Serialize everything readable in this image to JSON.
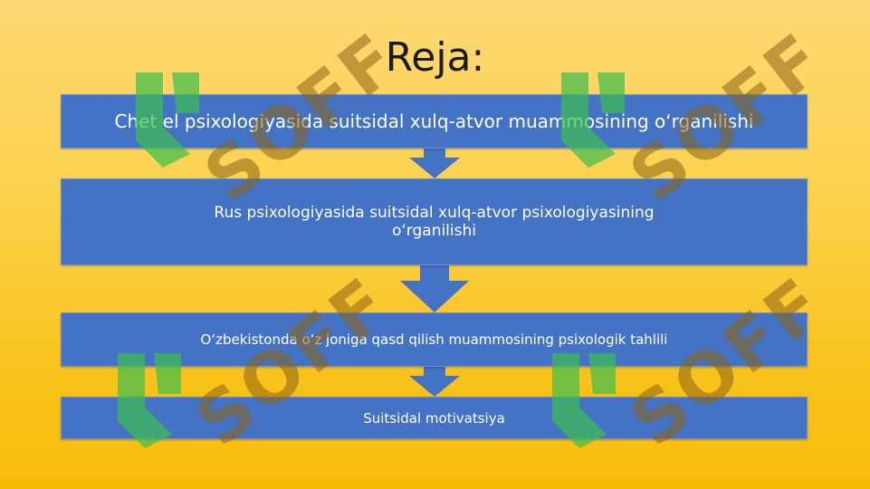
{
  "title": "Reja:",
  "steps": [
    {
      "label": "Chet el psixologiyasida suitsidal xulq-atvor muammosining o‘rganilishi"
    },
    {
      "label": "Rus psixologiyasida suitsidal xulq-atvor psixologiyasining o‘rganilishi"
    },
    {
      "label": "O‘zbekistonda o‘z joniga qasd qilish muammosining psixologik tahlili"
    },
    {
      "label": "Suitsidal motivatsiya"
    }
  ],
  "watermark": {
    "text": "SOFF",
    "icon": "soff-logo-mark"
  },
  "colors": {
    "box": "#4472c4",
    "arrow": "#4472c4",
    "background": "#f9c31c"
  }
}
